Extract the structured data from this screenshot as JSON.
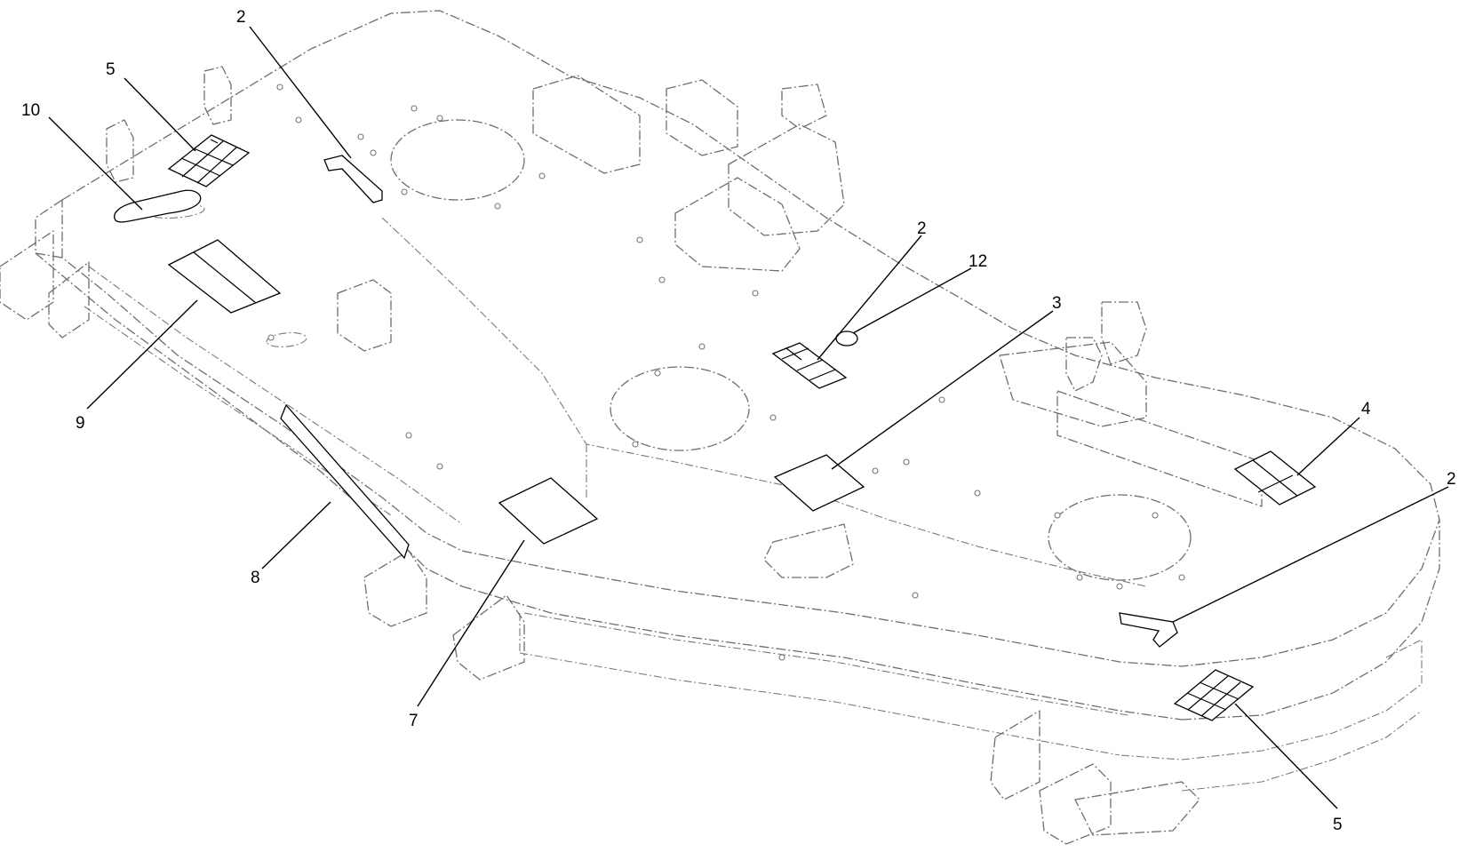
{
  "diagram": {
    "callouts": [
      {
        "id": "c-2a",
        "label": "2"
      },
      {
        "id": "c-5a",
        "label": "5"
      },
      {
        "id": "c-10",
        "label": "10"
      },
      {
        "id": "c-9",
        "label": "9"
      },
      {
        "id": "c-8",
        "label": "8"
      },
      {
        "id": "c-7",
        "label": "7"
      },
      {
        "id": "c-2b",
        "label": "2"
      },
      {
        "id": "c-12",
        "label": "12"
      },
      {
        "id": "c-3",
        "label": "3"
      },
      {
        "id": "c-4",
        "label": "4"
      },
      {
        "id": "c-2c",
        "label": "2"
      },
      {
        "id": "c-5b",
        "label": "5"
      }
    ]
  }
}
